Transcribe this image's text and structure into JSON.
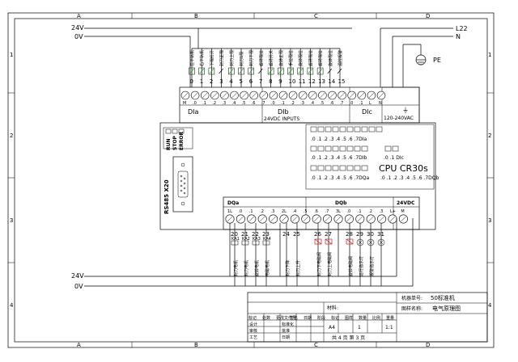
{
  "frame": {
    "col_labels": [
      "A",
      "B",
      "C",
      "D"
    ],
    "row_labels": [
      "1",
      "2",
      "3",
      "4"
    ]
  },
  "power": {
    "rail_24v": "24V",
    "rail_0v": "0V",
    "line_l": "L22",
    "line_n": "N",
    "earth": "PE"
  },
  "inputs": {
    "numbers": [
      "0",
      "1",
      "2",
      "3",
      "4",
      "5",
      "6",
      "7",
      "8",
      "9",
      "10",
      "11",
      "12",
      "13",
      "14",
      "15"
    ],
    "labels": [
      "左平轨机",
      "右平轨机",
      "下限打开",
      "封刀正限",
      "封刀上限",
      "封刀1限",
      "封刀下限",
      "旋转限位",
      "旋转开关",
      "旋转正限",
      "手拉限位",
      "旋转限位",
      "旋转限位",
      "旋转限位",
      "旋转限位",
      "温控报警"
    ]
  },
  "plc": {
    "dia_label": "DIa",
    "dib_label": "DIb",
    "dic_label": "DIc",
    "inputs_title": "24VDC INPUTS",
    "power_title": "120-240VAC",
    "dia_term_labels": [
      "M",
      ".0",
      ".1",
      ".2",
      ".3",
      ".4",
      ".5",
      ".6"
    ],
    "dib_term_labels": [
      ".7",
      ".0",
      ".1",
      ".2",
      ".3",
      ".4",
      ".5",
      ".6"
    ],
    "dic_term_labels": [
      ".7",
      ".0",
      ".1",
      "L",
      "N"
    ],
    "status_labels": [
      "RUN",
      "STOP",
      "ERROR"
    ],
    "port_label": "RS485 X20",
    "led_row_a": ".0 .1 .2 .3 .4 .5 .6 .7DIa",
    "led_row_b": ".0 .1 .2 .3 .4 .5 .6 .7DIb",
    "led_row_c": ".0 .1 DIc",
    "led_row_d": ".0 .1 .2 .3 .4 .5 .6 .7DQa",
    "led_row_e": ".0 .1 .2 .3 .4 .5 .6 .7DQb",
    "model": "CPU CR30s",
    "dqa_label": "DQa",
    "dqb_label": "DQb",
    "dc_label": "24VDC",
    "dqa_term_labels": [
      "1L",
      ".0",
      ".1",
      ".2",
      ".3",
      "2L",
      ".4",
      ".5"
    ],
    "dqb_term_labels": [
      ".6",
      ".7",
      "3L",
      ".0",
      ".1",
      ".2",
      ".3",
      "L+",
      "M"
    ]
  },
  "outputs": {
    "numbers": [
      "20",
      "21",
      "22",
      "23",
      "24",
      "25",
      "26",
      "27",
      "28",
      "29",
      "30",
      "31"
    ],
    "labels": [
      "封刀电机",
      "封刀电机",
      "旋转电机",
      "电磁电机",
      "封刀下降",
      "封刀上升",
      "封刀下电磁阀",
      "封刀上电磁阀",
      "旋转电磁阀",
      "运行指示灯",
      "报警指示灯",
      ""
    ],
    "coil_labels": [
      "KA1",
      "KA2",
      "KA3",
      "KA4"
    ]
  },
  "title_block": {
    "machine_label": "机器单号:",
    "machine_value": "50标准机",
    "material_label": "材料:",
    "drawing_label": "图样名称:",
    "drawing_value": "电气原理图",
    "headers": [
      "标记",
      "处数",
      "更改文件号",
      "签名",
      "日期",
      "阶段",
      "标记",
      "图样",
      "数量",
      "比例",
      "重量"
    ],
    "rows": [
      "设计",
      "审核",
      "工艺",
      "标准化",
      "批准",
      "日期"
    ],
    "size": "A4",
    "qty": "1",
    "scale": "1:1",
    "sheet": "共 4 页 第 3 页"
  }
}
